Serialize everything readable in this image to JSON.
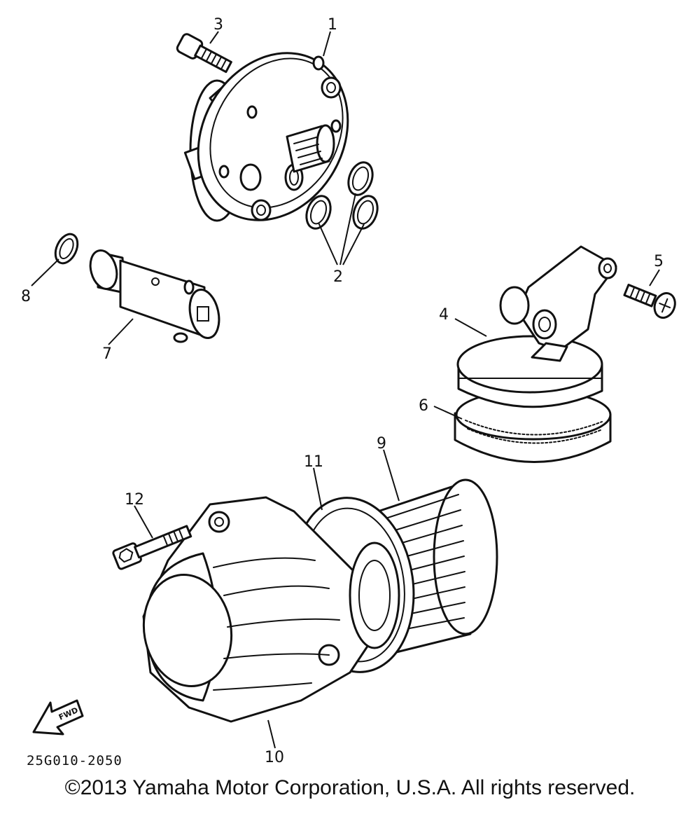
{
  "callouts": {
    "c1": "1",
    "c2": "2",
    "c3": "3",
    "c4": "4",
    "c5": "5",
    "c6": "6",
    "c7": "7",
    "c8": "8",
    "c9": "9",
    "c10": "10",
    "c11": "11",
    "c12": "12"
  },
  "fwd_label": "FWD",
  "diagram_code": "25G010-2050",
  "copyright": "©2013 Yamaha Motor Corporation, U.S.A. All rights reserved."
}
